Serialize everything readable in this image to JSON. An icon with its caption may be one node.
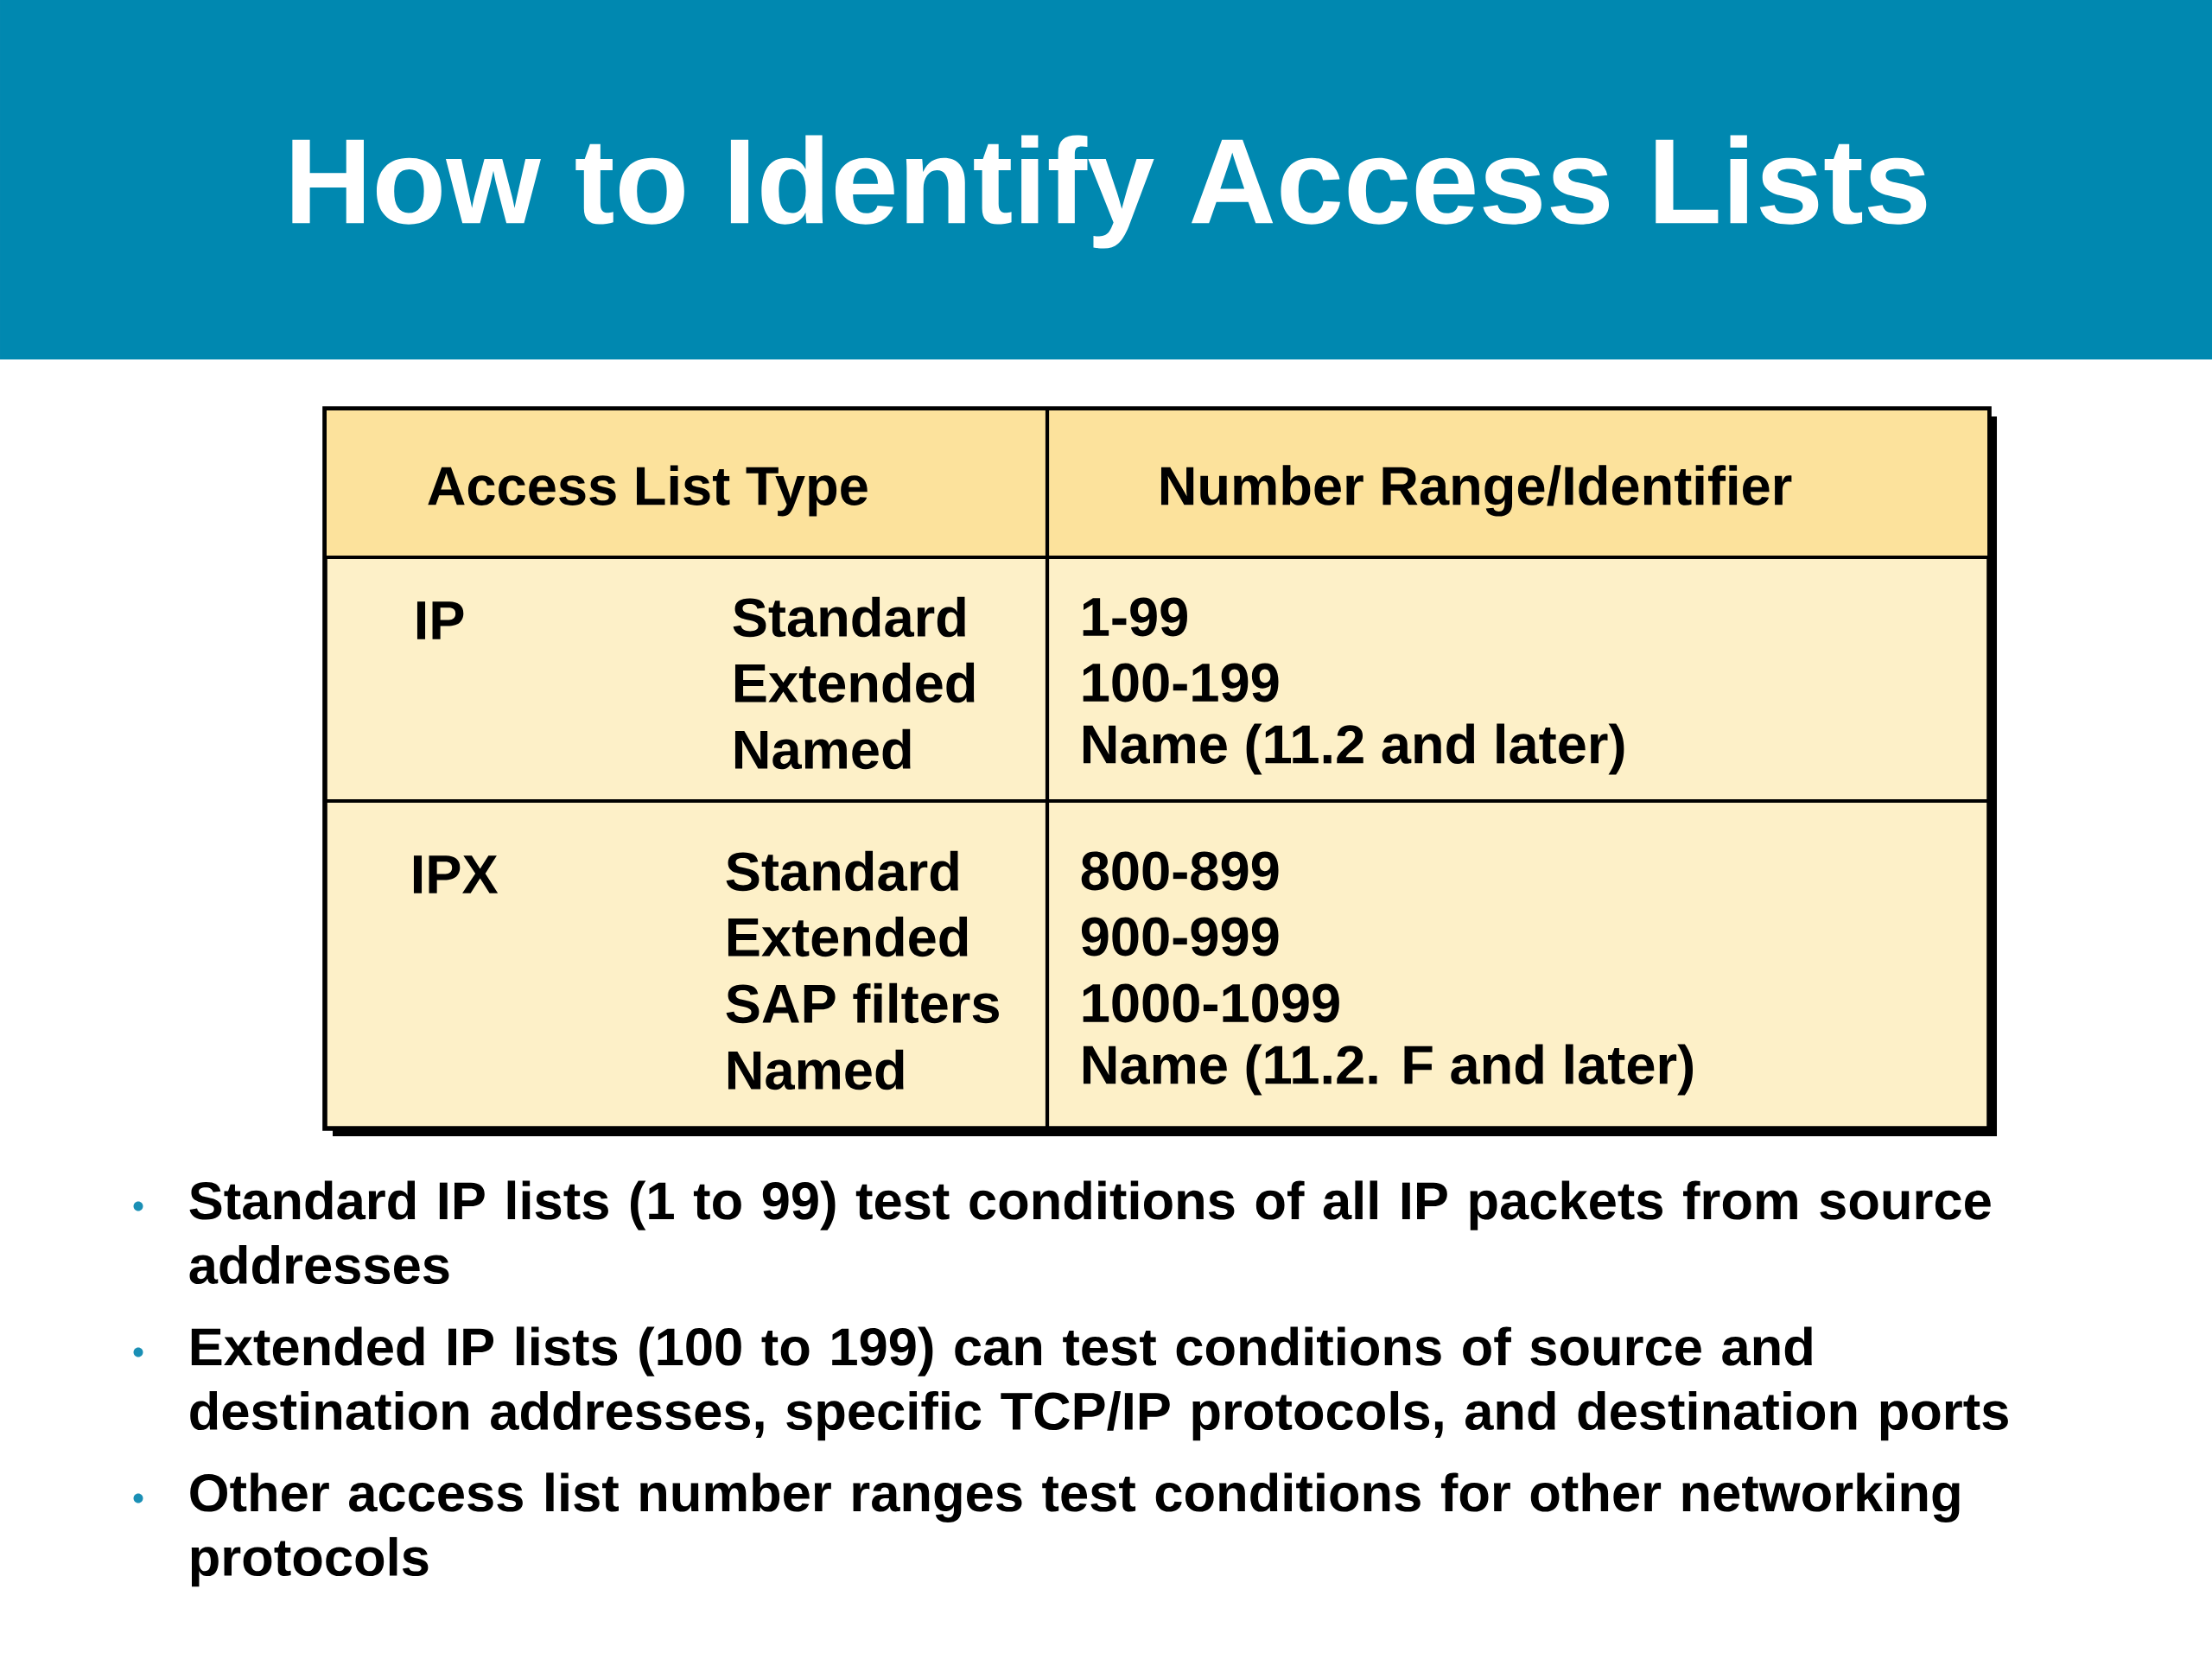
{
  "diagram": {
    "title": "How to Identify Access Lists",
    "labels": [
      "Access List Type",
      "Number Range/Identifier",
      "IP",
      "Standard",
      "1-99",
      "Extended",
      "100-199",
      "Named",
      "Name (11.2 and later)",
      "IPX",
      "Standard",
      "800-899",
      "Extended",
      "900-999",
      "SAP filters",
      "1000-1099",
      "Named",
      "Name (11.2. F and later)",
      "Standard IP lists (1 to 99) test conditions of all IP packets from source addresses",
      "Extended IP lists (100 to 199) can test conditions of source and destination addresses, specific TCP/IP protocols, and destination ports",
      "Other access list number ranges test conditions for other networking protocols"
    ]
  }
}
